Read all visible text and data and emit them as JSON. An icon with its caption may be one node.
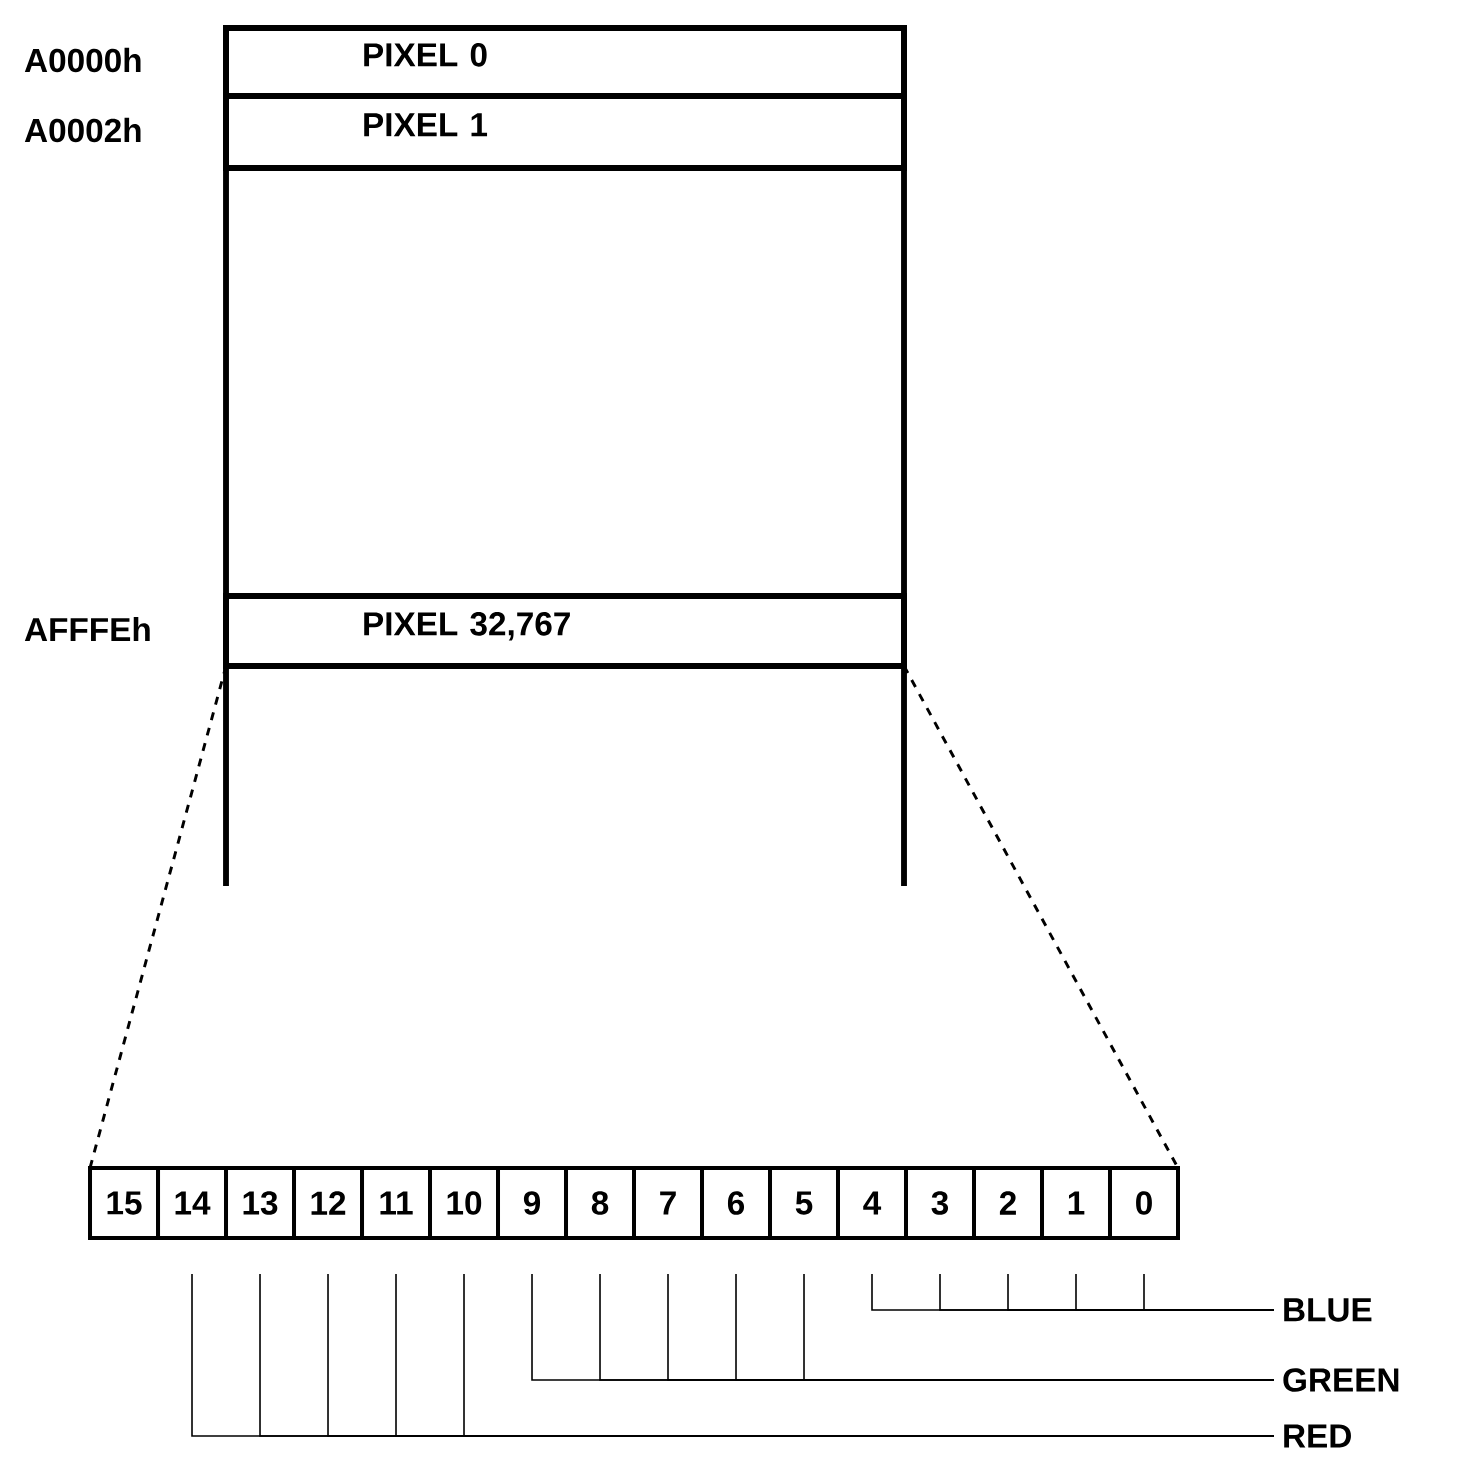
{
  "diagram": {
    "nodes": [
      {
        "text": [],
        "shape": "box"
      },
      {
        "text": [
          "PIXEL 0"
        ],
        "beside": [
          "A0000h"
        ],
        "in": 0
      },
      {
        "text": [
          "PIXEL 1"
        ],
        "beside": [
          "A0002h"
        ],
        "in": 0
      },
      {
        "text": [
          "PIXEL 32,767"
        ],
        "beside": [
          "AFFFEh"
        ],
        "in": 0
      },
      {
        "text": [
          "15"
        ]
      },
      {
        "text": [
          "14"
        ]
      },
      {
        "text": [
          "13"
        ]
      },
      {
        "text": [
          "12"
        ]
      },
      {
        "text": [
          "11"
        ]
      },
      {
        "text": [
          "10"
        ]
      },
      {
        "text": [
          "9"
        ]
      },
      {
        "text": [
          "8"
        ]
      },
      {
        "text": [
          "7"
        ]
      },
      {
        "text": [
          "6"
        ]
      },
      {
        "text": [
          "5"
        ]
      },
      {
        "text": [
          "4"
        ]
      },
      {
        "text": [
          "3"
        ]
      },
      {
        "text": [
          "2"
        ]
      },
      {
        "text": [
          "1"
        ]
      },
      {
        "text": [
          "0"
        ]
      },
      {
        "text": [
          "BLUE"
        ]
      },
      {
        "text": [
          "GREEN"
        ]
      },
      {
        "text": [
          "RED"
        ]
      }
    ],
    "edges": [
      {
        "from": 3,
        "to": 4,
        "arrow": "none",
        "style": "dashed"
      },
      {
        "from": 3,
        "to": 19,
        "arrow": "none",
        "style": "dashed"
      },
      {
        "from": 15,
        "to": 20,
        "arrow": "none"
      },
      {
        "from": 16,
        "to": 20,
        "arrow": "none"
      },
      {
        "from": 17,
        "to": 20,
        "arrow": "none"
      },
      {
        "from": 18,
        "to": 20,
        "arrow": "none"
      },
      {
        "from": 19,
        "to": 20,
        "arrow": "none"
      },
      {
        "from": 10,
        "to": 21,
        "arrow": "none"
      },
      {
        "from": 11,
        "to": 21,
        "arrow": "none"
      },
      {
        "from": 12,
        "to": 21,
        "arrow": "none"
      },
      {
        "from": 13,
        "to": 21,
        "arrow": "none"
      },
      {
        "from": 14,
        "to": 21,
        "arrow": "none"
      },
      {
        "from": 5,
        "to": 22,
        "arrow": "none"
      },
      {
        "from": 6,
        "to": 22,
        "arrow": "none"
      },
      {
        "from": 7,
        "to": 22,
        "arrow": "none"
      },
      {
        "from": 8,
        "to": 22,
        "arrow": "none"
      },
      {
        "from": 9,
        "to": 22,
        "arrow": "none"
      }
    ]
  }
}
